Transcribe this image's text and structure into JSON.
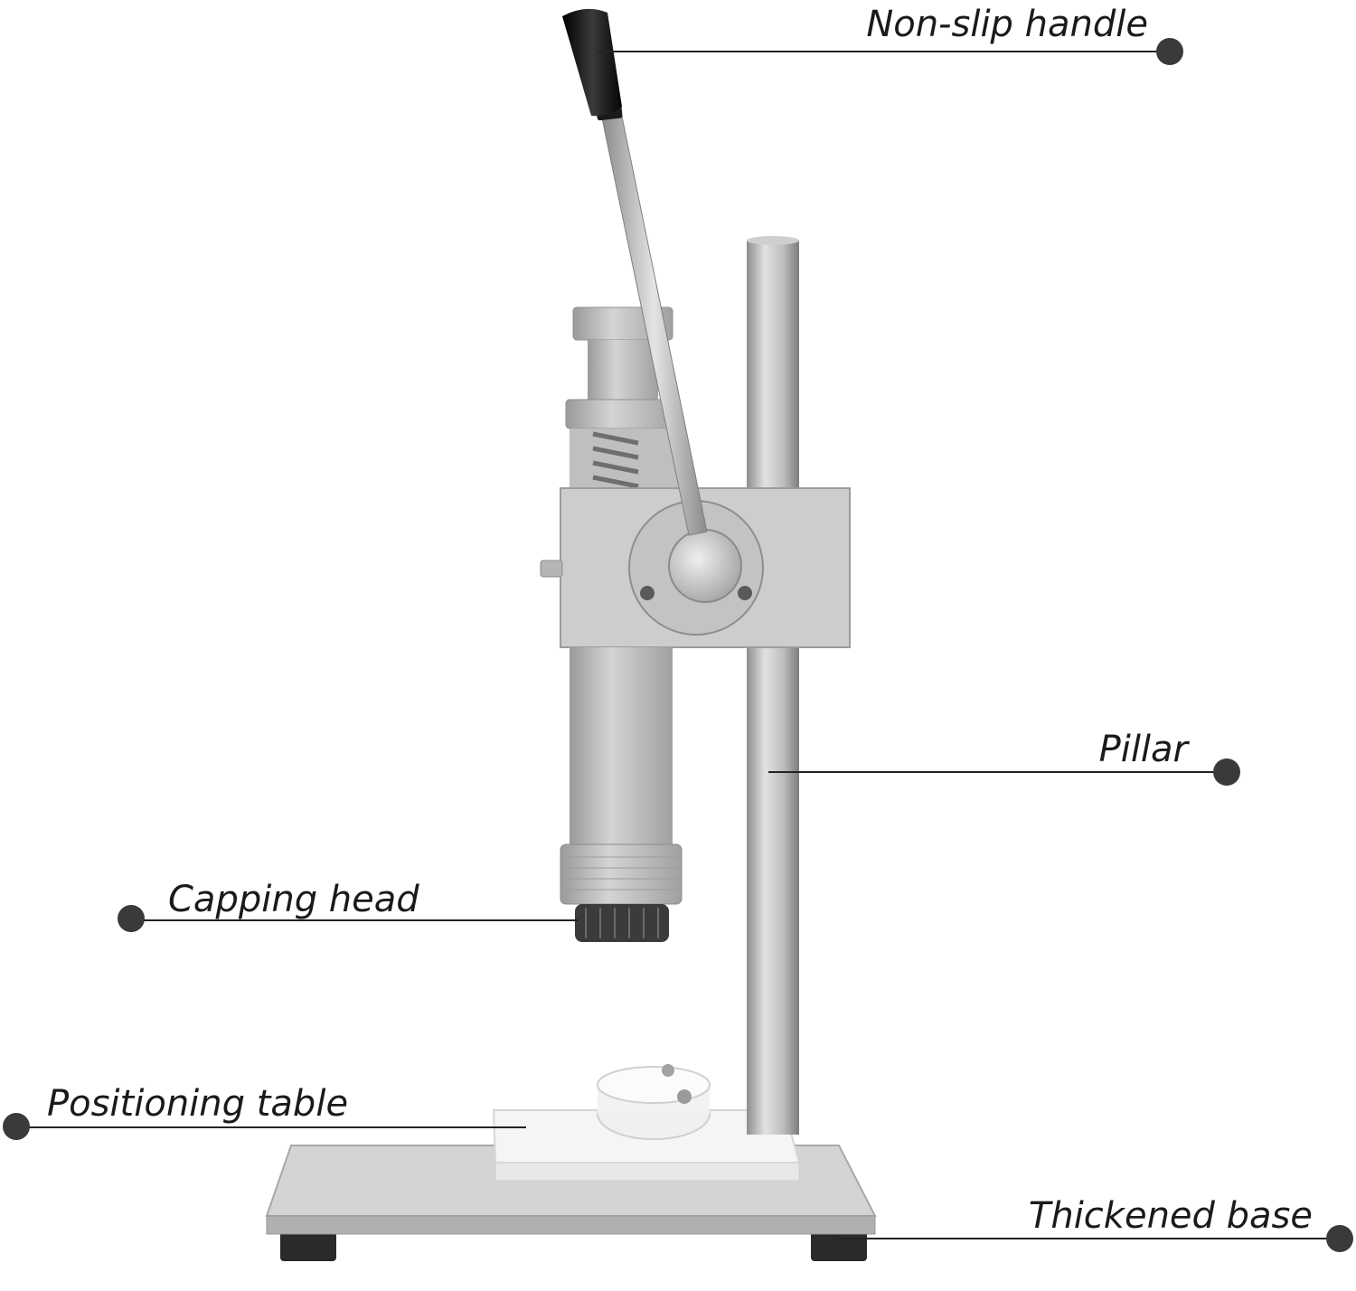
{
  "labels": {
    "handle": "Non-slip handle",
    "pillar": "Pillar",
    "capping_head": "Capping head",
    "positioning_table": "Positioning table",
    "base": "Thickened base"
  },
  "colors": {
    "metal_light": "#d6d6d6",
    "metal_mid": "#b4b4b4",
    "metal_dark": "#8c8c8c",
    "knob": "#1c1c1c",
    "dot": "#3a3a3a",
    "line": "#222222",
    "table": "#f7f7f7"
  }
}
